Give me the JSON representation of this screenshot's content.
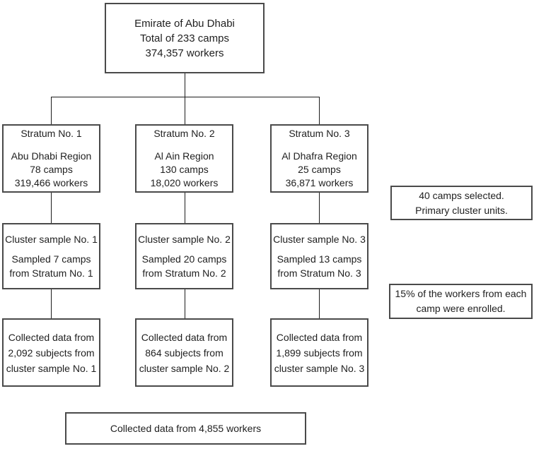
{
  "colors": {
    "background": "#ffffff",
    "box_border": "#4a4a4a",
    "connector_line": "#1c1c1c",
    "text": "#1f1f1f"
  },
  "root_box": {
    "line1": "Emirate of Abu Dhabi",
    "line2": "Total of 233 camps",
    "line3": "374,357 workers"
  },
  "strata": [
    {
      "title": "Stratum No. 1",
      "region": "Abu Dhabi Region",
      "camps": "78 camps",
      "workers": "319,466 workers"
    },
    {
      "title": "Stratum No. 2",
      "region": "Al Ain Region",
      "camps": "130 camps",
      "workers": "18,020 workers"
    },
    {
      "title": "Stratum No. 3",
      "region": "Al Dhafra Region",
      "camps": "25 camps",
      "workers": "36,871 workers"
    }
  ],
  "cluster_samples": [
    {
      "title": "Cluster sample No. 1",
      "line1": "Sampled 7 camps",
      "line2": "from Stratum No. 1"
    },
    {
      "title": "Cluster sample No. 2",
      "line1": "Sampled 20 camps",
      "line2": "from Stratum No. 2"
    },
    {
      "title": "Cluster sample No. 3",
      "line1": "Sampled 13 camps",
      "line2": "from Stratum No. 3"
    }
  ],
  "collected": [
    {
      "line1": "Collected data from",
      "line2": "2,092 subjects from",
      "line3": "cluster sample No. 1"
    },
    {
      "line1": "Collected data from",
      "line2": "864 subjects from",
      "line3": "cluster sample No. 2"
    },
    {
      "line1": "Collected data from",
      "line2": "1,899 subjects from",
      "line3": "cluster sample No. 3"
    }
  ],
  "notes": [
    {
      "line1": "40 camps selected.",
      "line2": "Primary cluster units."
    },
    {
      "line1": "15% of the workers from each",
      "line2": "camp were enrolled."
    }
  ],
  "total_box": {
    "text": "Collected data from 4,855 workers"
  }
}
